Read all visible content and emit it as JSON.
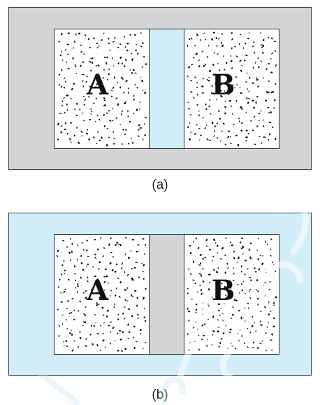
{
  "colors": {
    "gray": "#d3d4d6",
    "light_blue": "#d2eef9",
    "dot": "#111111",
    "border": "#2a2a2a"
  },
  "figure_a": {
    "caption": "(a)",
    "outer_fill": "gray",
    "wall_fill": "light_blue",
    "label_left": "A",
    "label_right": "B"
  },
  "figure_b": {
    "caption": "(b)",
    "outer_fill": "light_blue",
    "wall_fill": "gray",
    "label_left": "A",
    "label_right": "B"
  }
}
